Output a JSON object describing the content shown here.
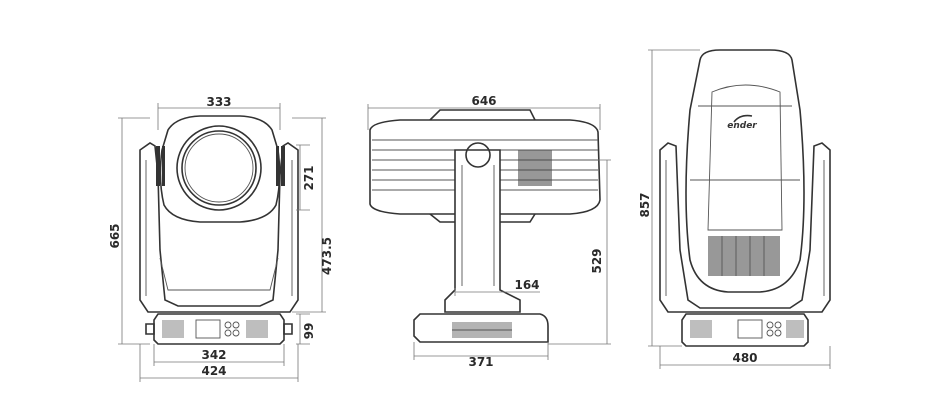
{
  "dimensions": {
    "front_width_head": "333",
    "front_total_height": "665",
    "front_lens_height": "271",
    "front_pivot_height": "473.5",
    "front_base_height": "99",
    "front_base_width": "342",
    "front_total_width": "424",
    "side_length": "646",
    "side_height": "529",
    "side_arm_width": "164",
    "side_base_width": "371",
    "back_height": "857",
    "back_width": "480"
  },
  "logo": {
    "text": "ender"
  }
}
